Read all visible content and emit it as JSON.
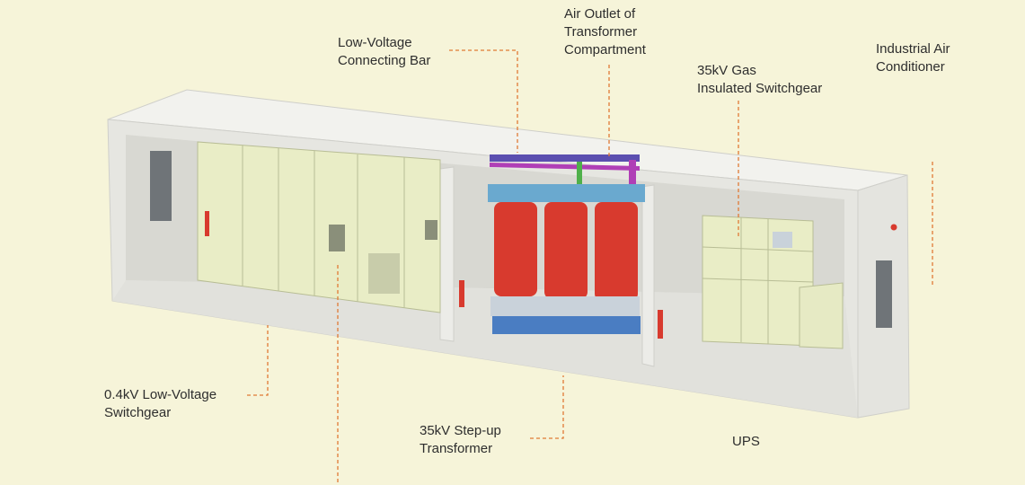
{
  "labels": {
    "low_voltage_bar": "Low-Voltage\nConnecting Bar",
    "air_outlet": "Air Outlet of\nTransformer\nCompartment",
    "gas_switchgear": "35kV Gas\nInsulated Switchgear",
    "industrial_ac": "Industrial Air\nConditioner",
    "lv_switchgear": "0.4kV Low-Voltage\nSwitchgear",
    "transformer": "35kV Step-up\nTransformer",
    "ups": "UPS"
  },
  "colors": {
    "background": "#f6f4d9",
    "leader": "#e07a36",
    "transformer": "#d83a2e",
    "switchgear": "#e9edc6",
    "container": "#ecece8"
  }
}
